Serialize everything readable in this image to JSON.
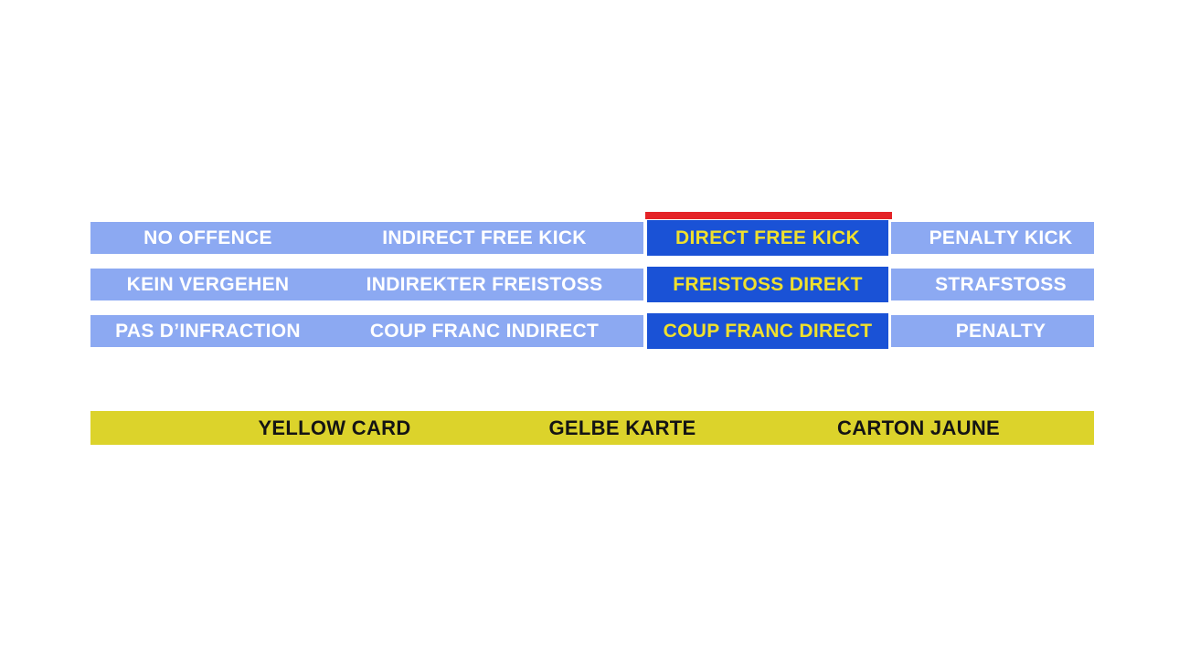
{
  "colors": {
    "light_blue": "#8CA9F2",
    "selected_blue": "#1A52D6",
    "indicator_red": "#E42327",
    "banner_yellow": "#DCD32B",
    "selected_text_yellow": "#F0E02D",
    "cell_text_white": "#FFFFFF",
    "banner_text_black": "#141414"
  },
  "answer_grid": {
    "selected_option": "DIRECT FREE KICK",
    "rows": [
      {
        "cells": [
          {
            "label": "NO OFFENCE",
            "selected": false
          },
          {
            "label": "INDIRECT FREE KICK",
            "selected": false
          },
          {
            "label": "DIRECT FREE KICK",
            "selected": true
          },
          {
            "label": "PENALTY KICK",
            "selected": false
          }
        ]
      },
      {
        "cells": [
          {
            "label": "KEIN VERGEHEN",
            "selected": false
          },
          {
            "label": "INDIREKTER FREISTOSS",
            "selected": false
          },
          {
            "label": "FREISTOSS DIREKT",
            "selected": true
          },
          {
            "label": "STRAFSTOSS",
            "selected": false
          }
        ]
      },
      {
        "cells": [
          {
            "label": "PAS D’INFRACTION",
            "selected": false
          },
          {
            "label": "COUP FRANC INDIRECT",
            "selected": false
          },
          {
            "label": "COUP FRANC DIRECT",
            "selected": true
          },
          {
            "label": "PENALTY",
            "selected": false
          }
        ]
      }
    ]
  },
  "banner": {
    "labels": [
      "YELLOW CARD",
      "GELBE KARTE",
      "CARTON JAUNE"
    ]
  }
}
